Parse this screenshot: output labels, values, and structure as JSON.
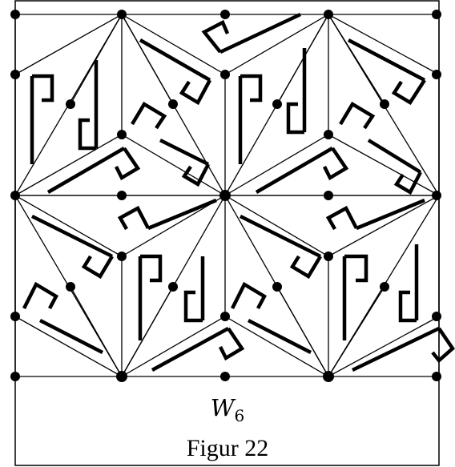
{
  "group_symbol": {
    "letter": "W",
    "subscript": "6"
  },
  "caption": "Figur 22",
  "colors": {
    "stroke": "#000000",
    "background": "#ffffff"
  }
}
